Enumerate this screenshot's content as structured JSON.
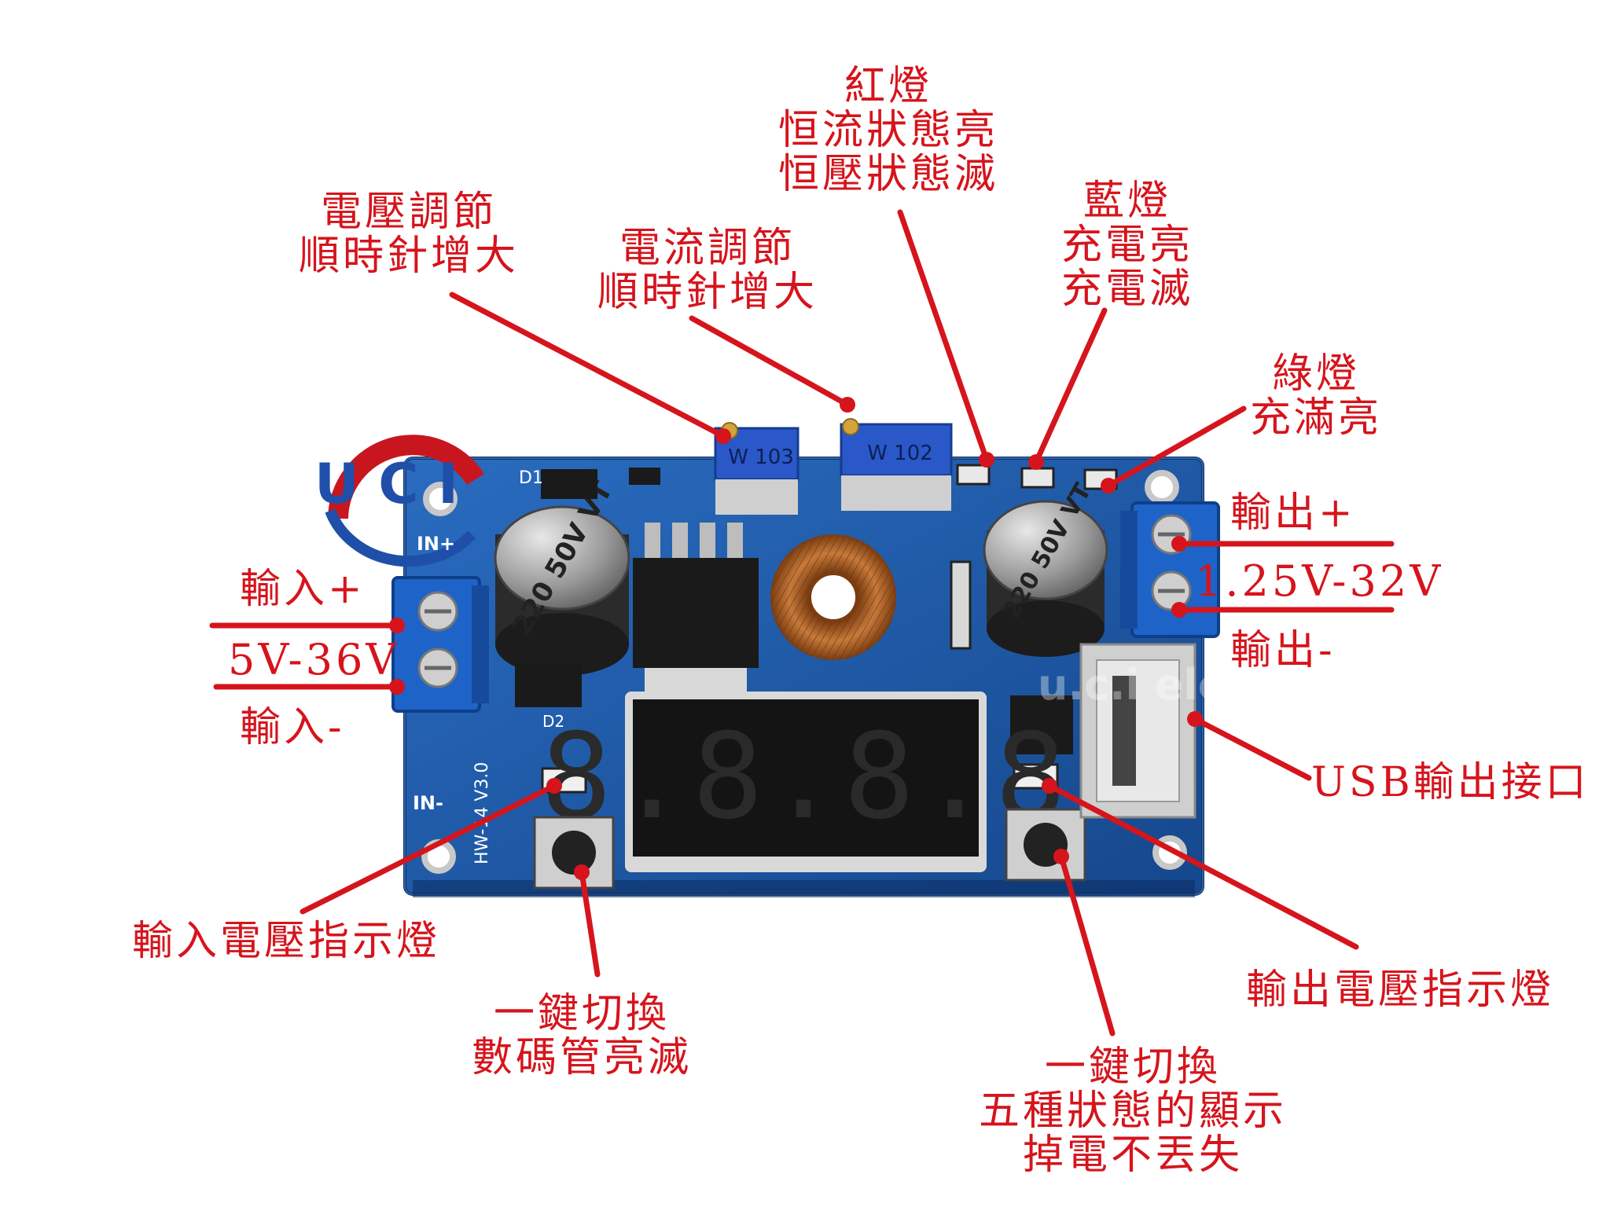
{
  "board": {
    "model_text": "HW-14 V3.0",
    "watermark": "u.c.i electronic",
    "logo_letters": "U C I",
    "cap_left_text": "220 50V VT",
    "cap_right_text": "220 50V VT",
    "pot_left_text": "W 103",
    "pot_right_text": "W 102",
    "silk_in_plus": "IN+",
    "silk_in_minus": "IN-",
    "silk_d1": "D1",
    "silk_d2": "D2",
    "display_digits": "8.8.8.8"
  },
  "labels": {
    "voltage_adjust": [
      "電壓調節",
      "順時針增大"
    ],
    "current_adjust": [
      "電流調節",
      "順時針增大"
    ],
    "red_led": [
      "紅燈",
      "恒流狀態亮",
      "恒壓狀態滅"
    ],
    "blue_led": [
      "藍燈",
      "充電亮",
      "充電滅"
    ],
    "green_led": [
      "綠燈",
      "充滿亮"
    ],
    "output_plus": "輸出+",
    "output_range": "1.25V-32V",
    "output_minus": "輸出-",
    "input_plus": "輸入+",
    "input_range": "5V-36V",
    "input_minus": "輸入-",
    "usb_output": "USB輸出接口",
    "input_voltage_led": "輸入電壓指示燈",
    "output_voltage_led": "輸出電壓指示燈",
    "button_left": [
      "一鍵切換",
      "數碼管亮滅"
    ],
    "button_right": [
      "一鍵切換",
      "五種狀態的顯示",
      "掉電不丟失"
    ]
  },
  "colors": {
    "label_red": "#d6141c",
    "pcb_blue": "#1f5fae",
    "pcb_dark": "#12407f"
  }
}
